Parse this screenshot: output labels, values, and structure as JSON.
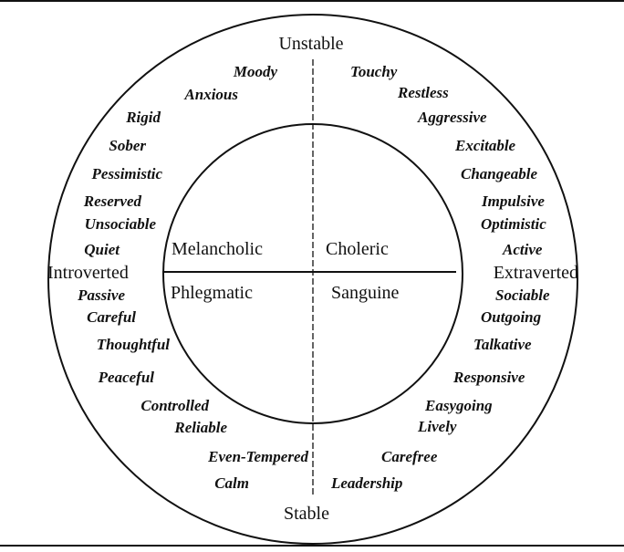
{
  "axes": {
    "top": "Unstable",
    "bottom": "Stable",
    "left": "Introverted",
    "right": "Extraverted"
  },
  "types": {
    "top_left": "Melancholic",
    "top_right": "Choleric",
    "bottom_left": "Phlegmatic",
    "bottom_right": "Sanguine"
  },
  "traits": {
    "melancholic": [
      "Moody",
      "Anxious",
      "Rigid",
      "Sober",
      "Pessimistic",
      "Reserved",
      "Unsociable",
      "Quiet"
    ],
    "choleric": [
      "Touchy",
      "Restless",
      "Aggressive",
      "Excitable",
      "Changeable",
      "Impulsive",
      "Optimistic",
      "Active"
    ],
    "phlegmatic": [
      "Passive",
      "Careful",
      "Thoughtful",
      "Peaceful",
      "Controlled",
      "Reliable",
      "Even-Tempered",
      "Calm"
    ],
    "sanguine": [
      "Sociable",
      "Outgoing",
      "Talkative",
      "Responsive",
      "Easygoing",
      "Lively",
      "Carefree",
      "Leadership"
    ]
  }
}
